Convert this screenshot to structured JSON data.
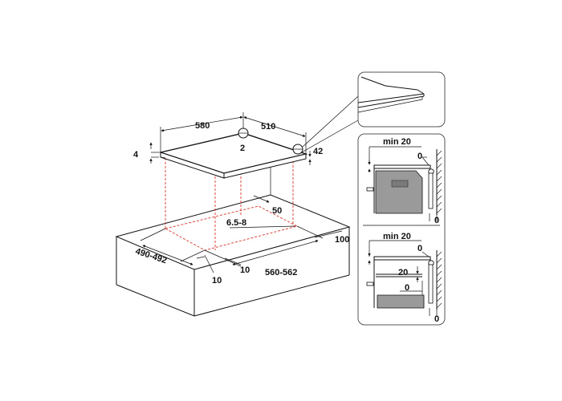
{
  "colors": {
    "line": "#111111",
    "cutout_dashed": "#d9342b",
    "panel_border": "#555555",
    "appliance_fill": "#9a9a9a"
  },
  "main": {
    "hob_width": "580",
    "hob_depth": "510",
    "hob_thickness": "4",
    "edge_mark": "2",
    "corner_detail": "42",
    "rear_clearance": "50",
    "radius": "6.5-8",
    "cutout_depth": "490-492",
    "cutout_width": "560-562",
    "front_clearance": "100",
    "side_clearance_left": "10",
    "side_clearance_right": "10"
  },
  "side_panel": {
    "top": {
      "min_label": "min 20",
      "zero_top": "0",
      "zero_bottom": "0"
    },
    "bottom": {
      "min_label": "min 20",
      "zero_top": "0",
      "gap_20": "20",
      "zero_mid": "0",
      "zero_bottom": "0"
    }
  }
}
